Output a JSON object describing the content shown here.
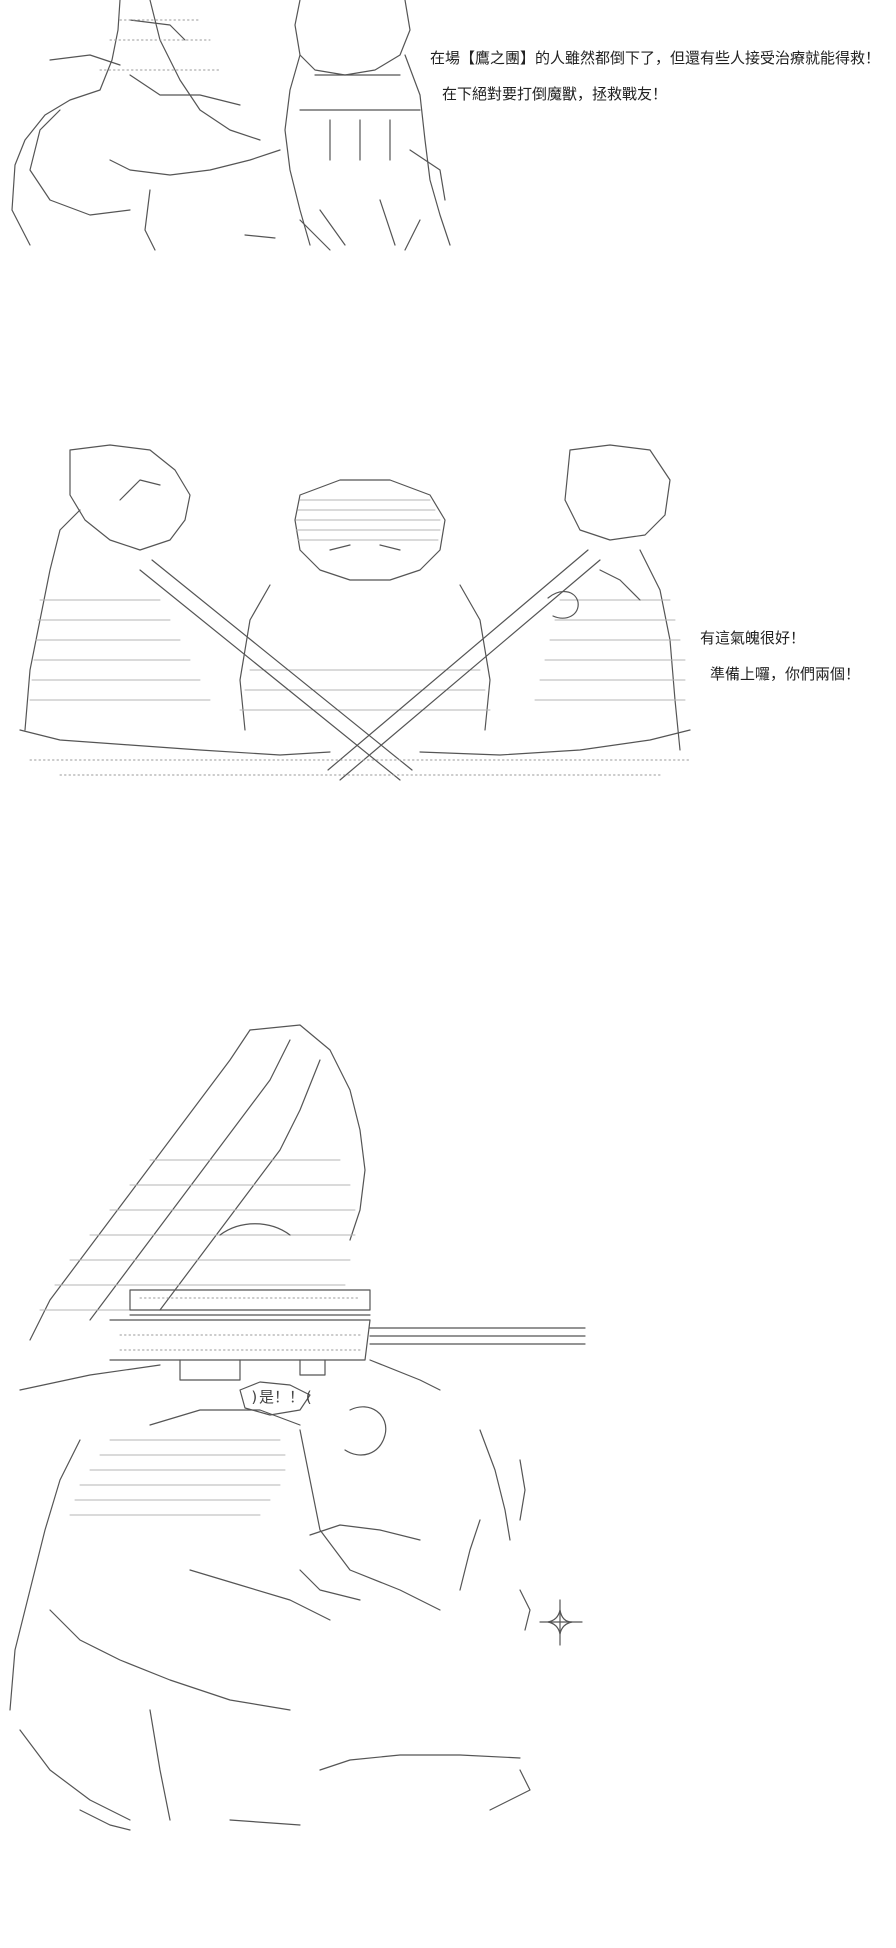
{
  "panels": [
    {
      "captions": [
        "在場【鷹之團】的人雖然都倒下了，但還有些人接受治療就能得救！",
        "在下絕對要打倒魔獸，拯救戰友！"
      ]
    },
    {
      "captions": [
        "有這氣魄很好！",
        "準備上囉，你們兩個！"
      ]
    },
    {
      "shout": ")是！！("
    }
  ]
}
